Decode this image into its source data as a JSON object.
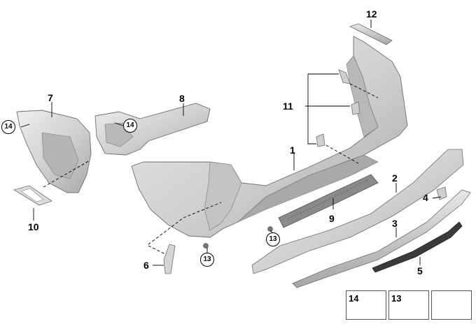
{
  "diagram": {
    "part_labels": {
      "p1": "1",
      "p2": "2",
      "p3": "3",
      "p4": "4",
      "p5": "5",
      "p6": "6",
      "p7": "7",
      "p8": "8",
      "p9": "9",
      "p10": "10",
      "p11": "11",
      "p12": "12"
    },
    "circled_labels": {
      "c14a": "14",
      "c14b": "14",
      "c13a": "13",
      "c13b": "13"
    },
    "legend": {
      "item14": "14",
      "item13": "13"
    },
    "colors": {
      "part_fill": "#d9d9d9",
      "part_shadow": "#9a9a9a",
      "part_outline": "#6e6e6e",
      "dark_part": "#3a3a3a"
    }
  }
}
